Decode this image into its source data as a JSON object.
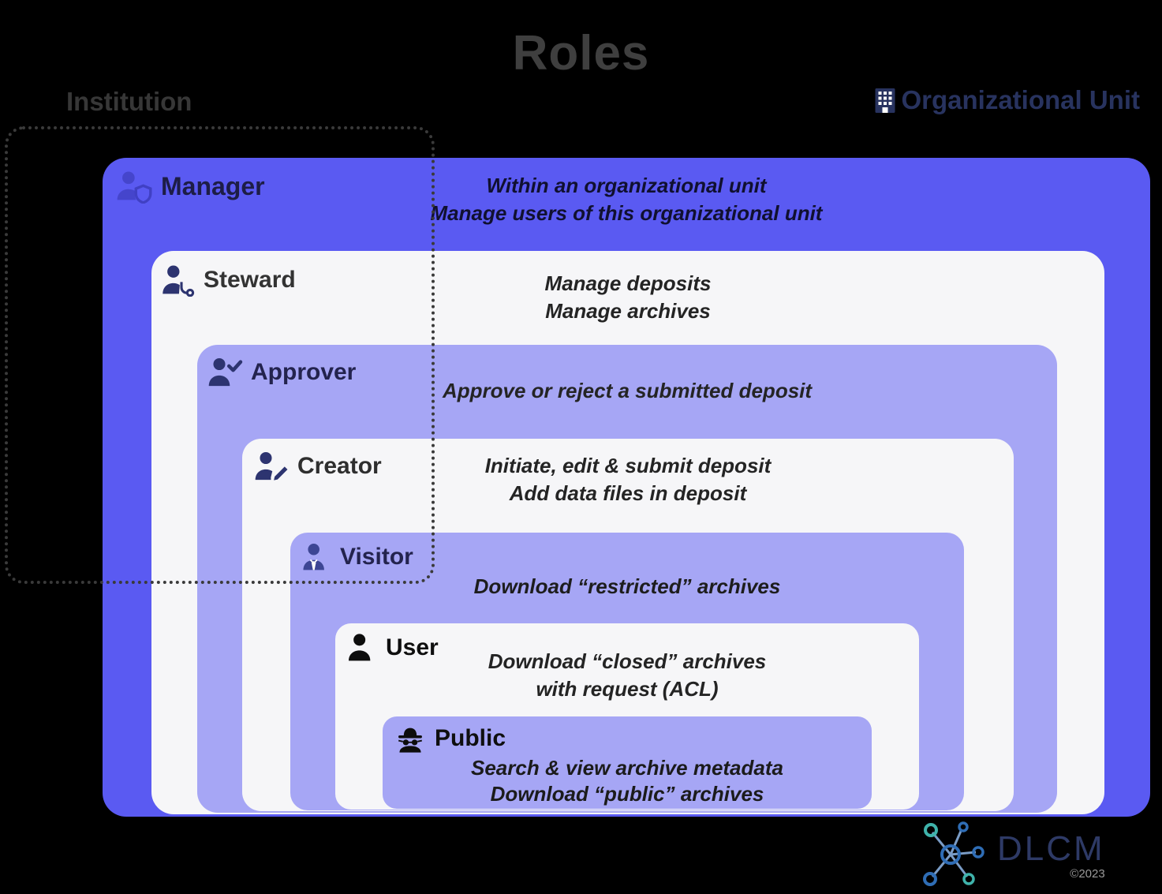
{
  "title": "Roles",
  "scopes": {
    "institution": "Institution",
    "organizational_unit": "Organizational Unit",
    "organizational_unit_icon": "building-icon"
  },
  "roles": [
    {
      "name": "Manager",
      "icon": "person-shield-icon",
      "lines": [
        "Within an organizational unit",
        "Manage users of this organizational unit"
      ]
    },
    {
      "name": "Steward",
      "icon": "person-stethoscope-icon",
      "lines": [
        "Manage deposits",
        "Manage archives"
      ]
    },
    {
      "name": "Approver",
      "icon": "person-check-icon",
      "lines": [
        "Approve or reject a submitted deposit"
      ]
    },
    {
      "name": "Creator",
      "icon": "person-pen-icon",
      "lines": [
        "Initiate, edit & submit deposit",
        "Add data files in deposit"
      ]
    },
    {
      "name": "Visitor",
      "icon": "person-tie-icon",
      "lines": [
        "Download “restricted” archives"
      ]
    },
    {
      "name": "User",
      "icon": "person-icon",
      "lines": [
        "Download “closed” archives",
        "with request (ACL)"
      ]
    },
    {
      "name": "Public",
      "icon": "spy-icon",
      "lines": [
        "Search & view archive metadata",
        "Download “public” archives"
      ]
    }
  ],
  "logo": {
    "text": "DLCM",
    "copyright": "©2023",
    "icon": "network-nodes-icon"
  },
  "colors": {
    "manager_box": "#5a5af2",
    "light_box": "#f6f6f8",
    "purple_box": "#a6a6f5",
    "navy_text": "#28335f",
    "logo_blue": "#2f6db5",
    "logo_teal": "#3fb3ab"
  }
}
